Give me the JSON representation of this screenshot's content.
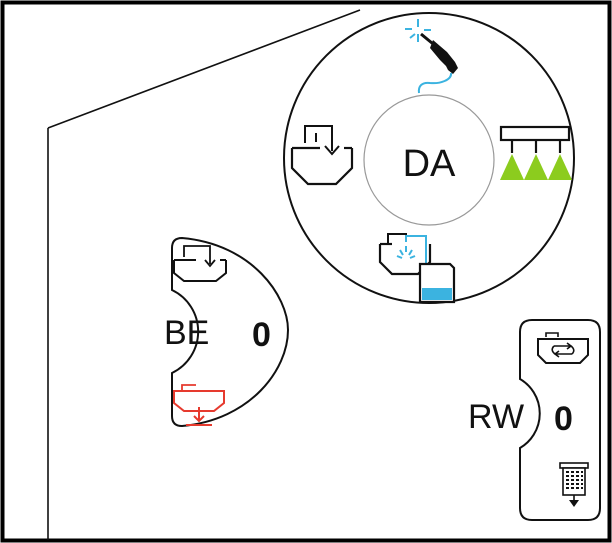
{
  "screen": {
    "frame_color": "#000000",
    "background": "#ffffff"
  },
  "da_dial": {
    "label": "DA",
    "icons": {
      "top": "spray-gun-icon",
      "left": "tank-fill-icon",
      "right": "boom-sprayer-icon",
      "bottom": "tank-rinse-icon"
    }
  },
  "be_panel": {
    "label": "BE",
    "value": "0",
    "icons": {
      "top": "tank-fill-icon",
      "bottom": "tank-drain-icon"
    }
  },
  "rw_panel": {
    "label": "RW",
    "value": "0",
    "icons": {
      "top": "tank-circulation-icon",
      "bottom": "filter-icon"
    }
  },
  "colors": {
    "water": "#3bb3e0",
    "spray": "#8ccc1e",
    "drain": "#e63a2e",
    "line": "#111111"
  }
}
